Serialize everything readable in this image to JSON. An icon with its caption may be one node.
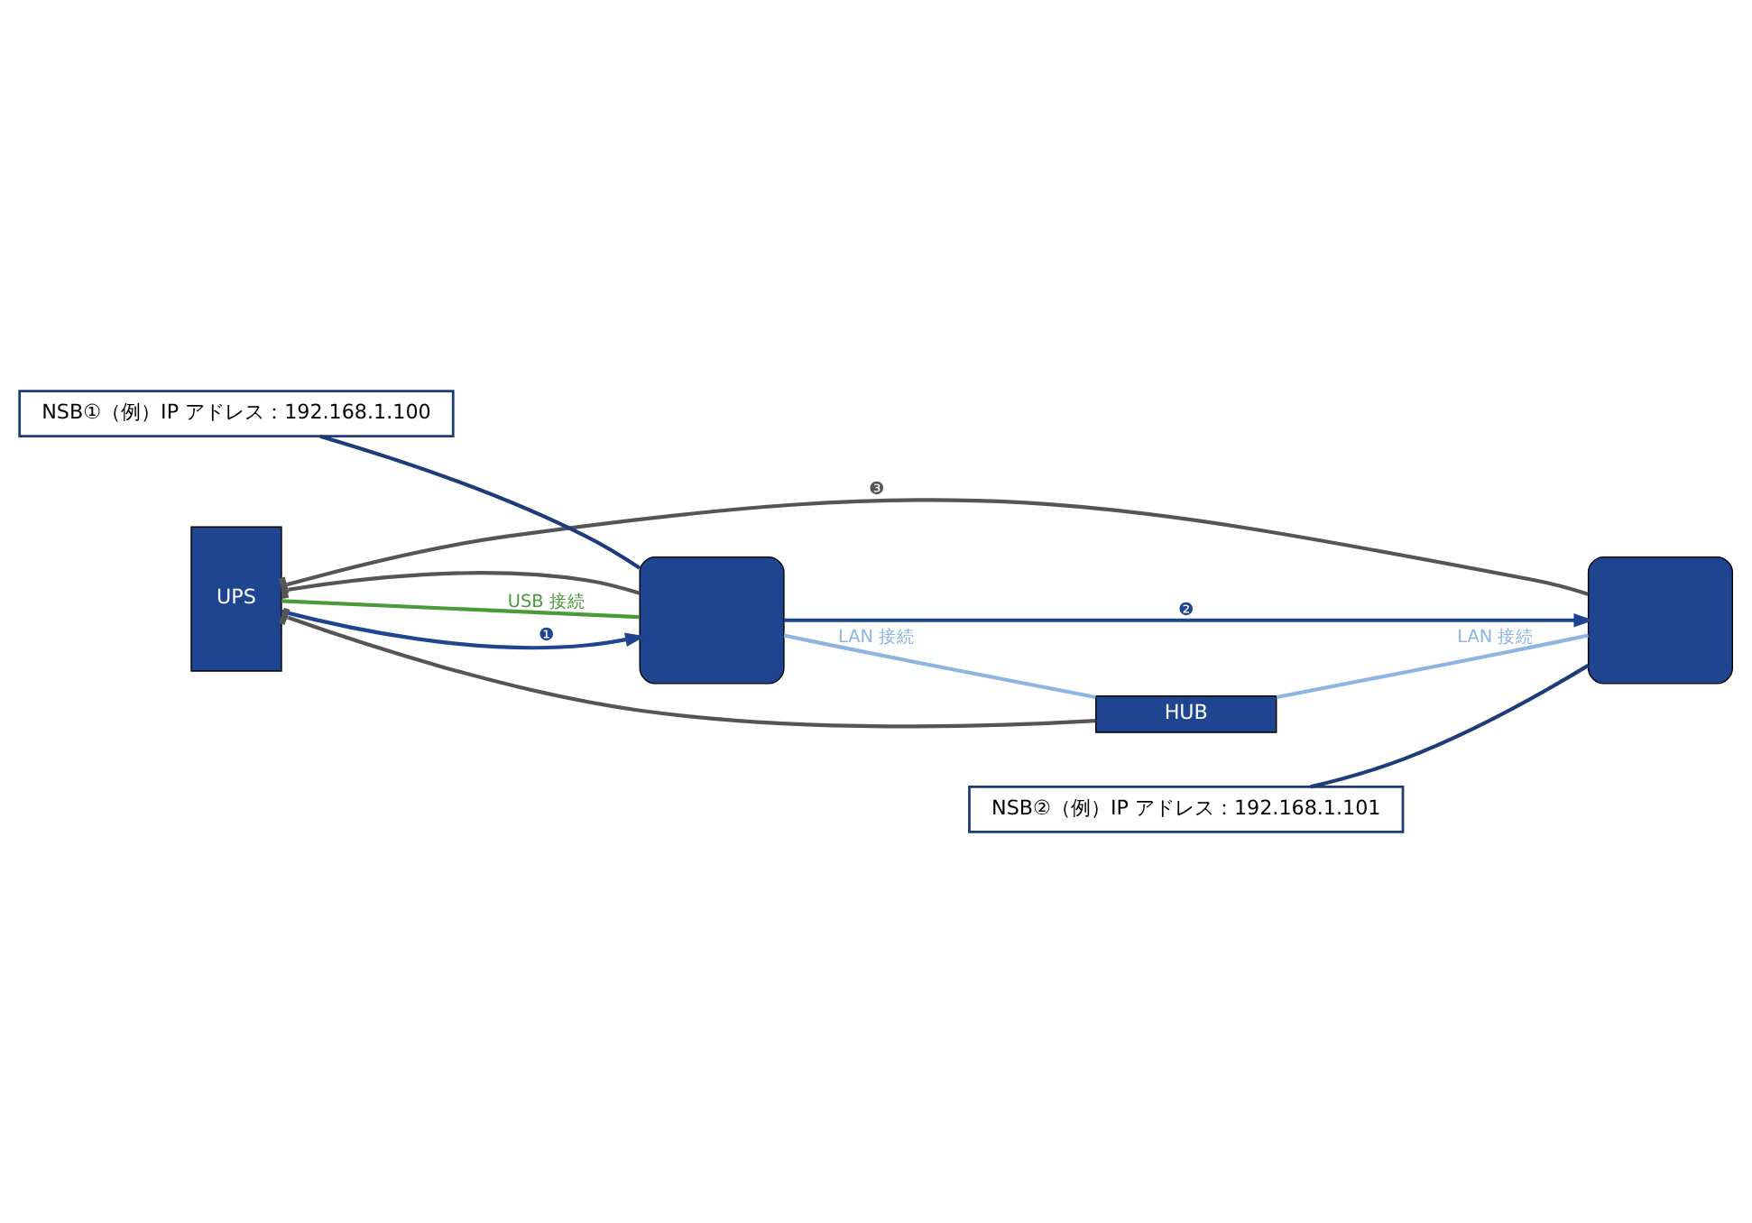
{
  "diagram": {
    "nodes": [
      {
        "text": [
          "UPS"
        ]
      },
      {
        "text": [
          "HUB"
        ]
      },
      {
        "text": [],
        "shape": "box"
      },
      {
        "text": [],
        "shape": "box"
      },
      {
        "text": [
          "NSB①（例）IP アドレス：192.168.1.100"
        ]
      },
      {
        "text": [
          "NSB②（例）IP アドレス：192.168.1.101"
        ]
      }
    ],
    "edges": [
      {
        "from": 1,
        "to": 0,
        "arrow": "other",
        "color": "#555555"
      },
      {
        "from": 0,
        "to": 2,
        "arrow": "none",
        "label": "USB 接続",
        "color": "#4a9a3a"
      },
      {
        "from": 0,
        "to": 2,
        "arrow": "to",
        "label": "❶",
        "color": "#1f4591"
      },
      {
        "from": 2,
        "to": 0,
        "arrow": "other",
        "color": "#555555"
      },
      {
        "from": 2,
        "to": 1,
        "arrow": "none",
        "label": "LAN 接続",
        "color": "#8db4e2"
      },
      {
        "from": 1,
        "to": 3,
        "arrow": "none",
        "label": "LAN 接続",
        "color": "#8db4e2"
      },
      {
        "from": 2,
        "to": 3,
        "arrow": "to",
        "label": "❷",
        "color": "#1f4591"
      },
      {
        "from": 3,
        "to": 0,
        "arrow": "other",
        "label": "❸",
        "color": "#555555"
      },
      {
        "from": 4,
        "to": 2,
        "arrow": "none",
        "color": "#1f3c7a"
      },
      {
        "from": 5,
        "to": 3,
        "arrow": "none",
        "color": "#1f3c7a"
      }
    ]
  }
}
